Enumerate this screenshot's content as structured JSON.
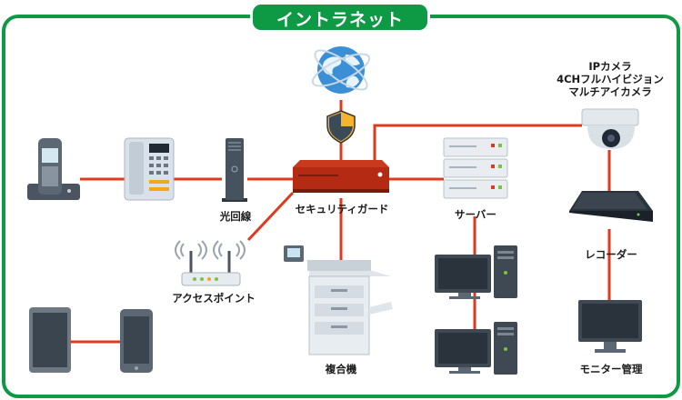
{
  "title": "イントラネット",
  "labels": {
    "optical_line": "光回線",
    "security_guard": "セキュリティガード",
    "server": "サーバー",
    "access_point": "アクセスポイント",
    "mfp": "複合機",
    "recorder": "レコーダー",
    "monitor": "モニター管理",
    "camera_line1": "IPカメラ",
    "camera_line2": "4CHフルハイビジョン",
    "camera_line3": "マルチアイカメラ"
  },
  "colors": {
    "frame_green": "#0e9a45",
    "link_red": "#e03a1e",
    "guard_red": "#b52a12"
  }
}
